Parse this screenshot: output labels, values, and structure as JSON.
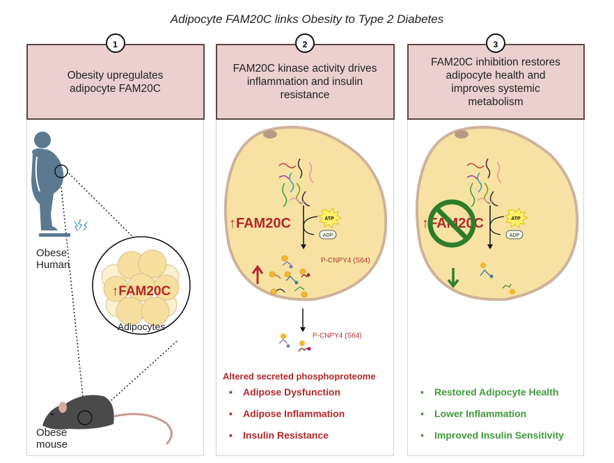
{
  "title": "Adipocyte FAM20C links Obesity to Type 2 Diabetes",
  "colors": {
    "header_fill": "#ecd0d0",
    "header_border": "#5a4545",
    "up_red": "#b0282a",
    "down_green": "#3f9a3a",
    "cell_fill": "#f7e2a4",
    "cell_membrane": "#cfb29a",
    "human_figure": "#5b7a91",
    "mouse_body": "#4a4a4a"
  },
  "panels": [
    {
      "number": "1",
      "heading": "Obesity upregulates adipocyte FAM20C",
      "labels": {
        "human": "Obese Human",
        "human_line1": "Obese",
        "human_line2": "Human",
        "mouse_line1": "Obese",
        "mouse_line2": "mouse",
        "inset_marker": "↑FAM20C",
        "inset_label": "Adipocytes"
      },
      "icons": [
        "obese-human-icon",
        "scale-icon",
        "lightning-icon",
        "adipocyte-cluster-icon",
        "mouse-icon"
      ]
    },
    {
      "number": "2",
      "heading": "FAM20C kinase activity drives inflammation and insulin resistance",
      "cell": {
        "kinase_label": "↑FAM20C",
        "atp": "ATP",
        "adp": "ADP",
        "intracellular_label": "P-CNPY4 (S64)",
        "secreted_label": "P-CNPY4 (S64)",
        "phospho": "P",
        "trend": "up"
      },
      "effects_heading": "Altered secreted phosphoproteome",
      "effects": [
        "Adipose Dysfunction",
        "Adipose Inflammation",
        "Insulin Resistance"
      ]
    },
    {
      "number": "3",
      "heading": "FAM20C inhibition restores adipocyte health and improves systemic metabolism",
      "cell": {
        "kinase_label": "↑FAM20C",
        "atp": "ATP",
        "adp": "ADP",
        "phospho": "P",
        "trend": "down",
        "inhibited": true
      },
      "effects": [
        "Restored Adipocyte Health",
        "Lower Inflammation",
        "Improved Insulin Sensitivity"
      ]
    }
  ]
}
